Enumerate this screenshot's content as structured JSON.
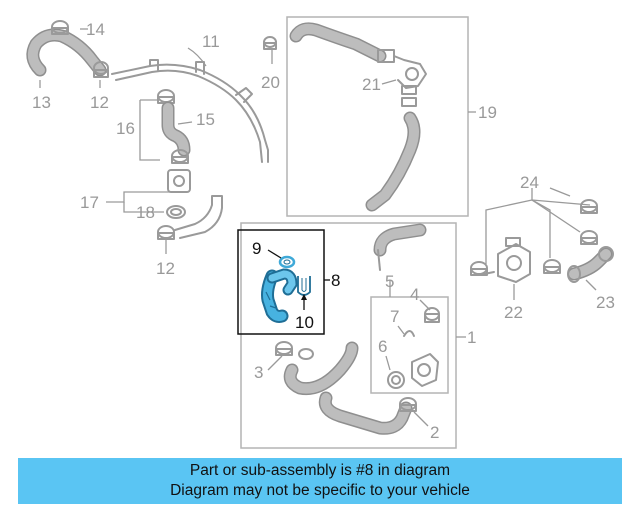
{
  "diagram": {
    "callouts": {
      "n1": "1",
      "n2": "2",
      "n3": "3",
      "n4": "4",
      "n5": "5",
      "n6": "6",
      "n7": "7",
      "n8": "8",
      "n9": "9",
      "n10": "10",
      "n11": "11",
      "n12a": "12",
      "n12b": "12",
      "n13": "13",
      "n14": "14",
      "n15": "15",
      "n16": "16",
      "n17": "17",
      "n18": "18",
      "n19": "19",
      "n20": "20",
      "n21": "21",
      "n22": "22",
      "n23": "23",
      "n24": "24"
    },
    "highlight_color": "#3fa9d8",
    "part_color": "#9a9a9a"
  },
  "caption": {
    "line1": "Part or sub-assembly is #8 in diagram",
    "line2": "Diagram may not be specific to your vehicle",
    "background": "#5ac5f3"
  }
}
